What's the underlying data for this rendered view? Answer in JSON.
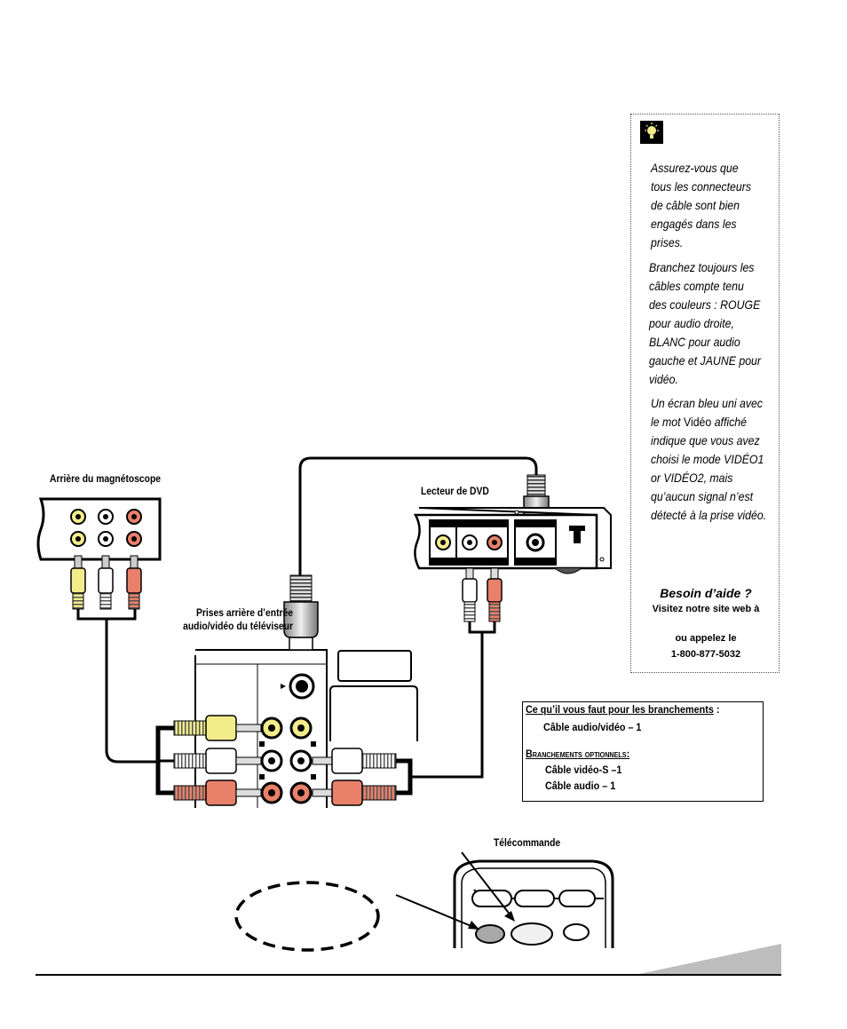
{
  "labels": {
    "vcr_rear": "Arrière du magnétoscope",
    "dvd_player": "Lecteur de DVD",
    "tv_rear_line1": "Prises arrière d’entrée",
    "tv_rear_line2": "audio/vidéo du téléviseur",
    "remote": "Télécommande"
  },
  "tip": {
    "icon": "lightbulb-icon",
    "p1": "Assurez-vous que tous les connecteurs de câble sont bien engagés dans les prises.",
    "p2": "Branchez toujours les câbles compte tenu des couleurs : ROUGE pour audio droite, BLANC pour audio gauche et JAUNE pour vidéo.",
    "p3_a": "Un écran bleu uni avec le mot ",
    "p3_b": "Vidéo",
    "p3_c": " affiché indique que vous avez choisi le mode VIDÉO1 or VIDÉO2, mais qu’aucun signal n’est détecté à la prise vidéo.",
    "help_title": "Besoin d’aide ?",
    "help_line1": "Visitez notre site web à",
    "help_line2": "ou appelez le",
    "help_phone": "1-800-877-5032"
  },
  "needs": {
    "heading": "Ce qu’il vous faut pour les branchements",
    "heading_suffix": " :",
    "item1": "Câble audio/vidéo – 1",
    "optional_heading": "Branchements optionnels",
    "optional_suffix": ":",
    "item2": "Câble vidéo-S –1",
    "item3": "Câble audio – 1"
  },
  "colors": {
    "yellow": "#f2ec8a",
    "white": "#ffffff",
    "red": "#e8806a",
    "footer_gray": "#bdbdbd"
  }
}
